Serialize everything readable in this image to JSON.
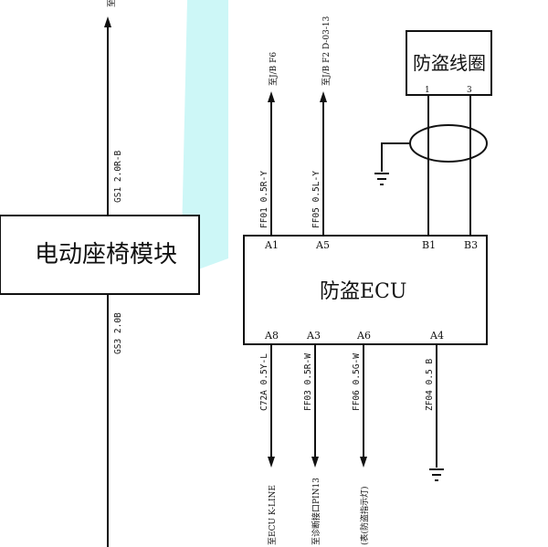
{
  "highlight_color": "#cdf7f7",
  "modules": {
    "seat": {
      "name": "电动座椅模块"
    },
    "ecu": {
      "name": "防盗ECU",
      "pins_top": [
        "A1",
        "A5",
        "B1",
        "B3"
      ],
      "pins_bottom": [
        "A8",
        "A3",
        "A6",
        "A4"
      ]
    },
    "coil": {
      "name": "防盗线圈",
      "pins": [
        "1",
        "3"
      ]
    }
  },
  "wires": {
    "gs1": "GS1 2.0R-B",
    "gs3": "GS3 2.0B",
    "ff01": "FF01 0.5R-Y",
    "ff05": "FF05 0.5L-Y",
    "c72a": "C72A 0.5Y-L",
    "ff03": "FF03 0.5R-W",
    "ff06": "FF06 0.5G-W",
    "zf04": "ZF04 0.5 B"
  },
  "destinations": {
    "top_left_cut": "至",
    "jb_f6": "至J/B F6",
    "jb_f2": "至J/B F2 D-03-13",
    "ecu_kline": "至ECU K-LINE",
    "diag_pin13": "至诊断接口PIN13",
    "meter_lamp": "(表(防盗指示灯)"
  }
}
